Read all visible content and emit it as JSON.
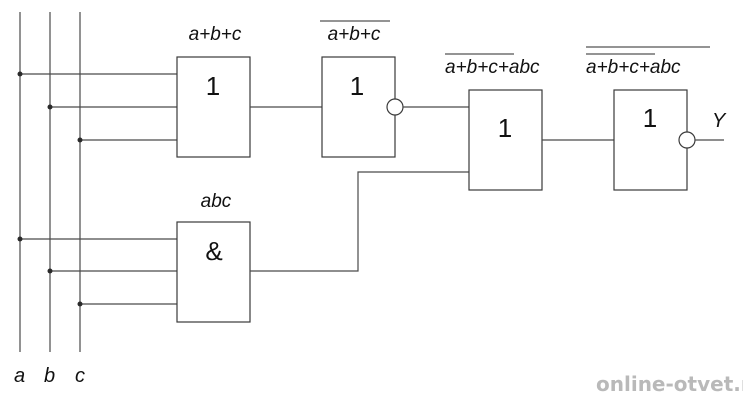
{
  "inputs": {
    "a": "a",
    "b": "b",
    "c": "c"
  },
  "gates": {
    "or1": {
      "symbol": "1",
      "label": "a+b+c"
    },
    "not1": {
      "symbol": "1",
      "label": "a+b+c"
    },
    "and1": {
      "symbol": "&",
      "label": "abc"
    },
    "or2": {
      "symbol": "1",
      "label_part1": "a+b+c",
      "label_part2": "+abc"
    },
    "nor_out": {
      "symbol": "1",
      "label_part1": "a+b+c",
      "label_part2": "+abc"
    }
  },
  "output": {
    "label": "Y"
  },
  "watermark": "online-otvet.ru"
}
